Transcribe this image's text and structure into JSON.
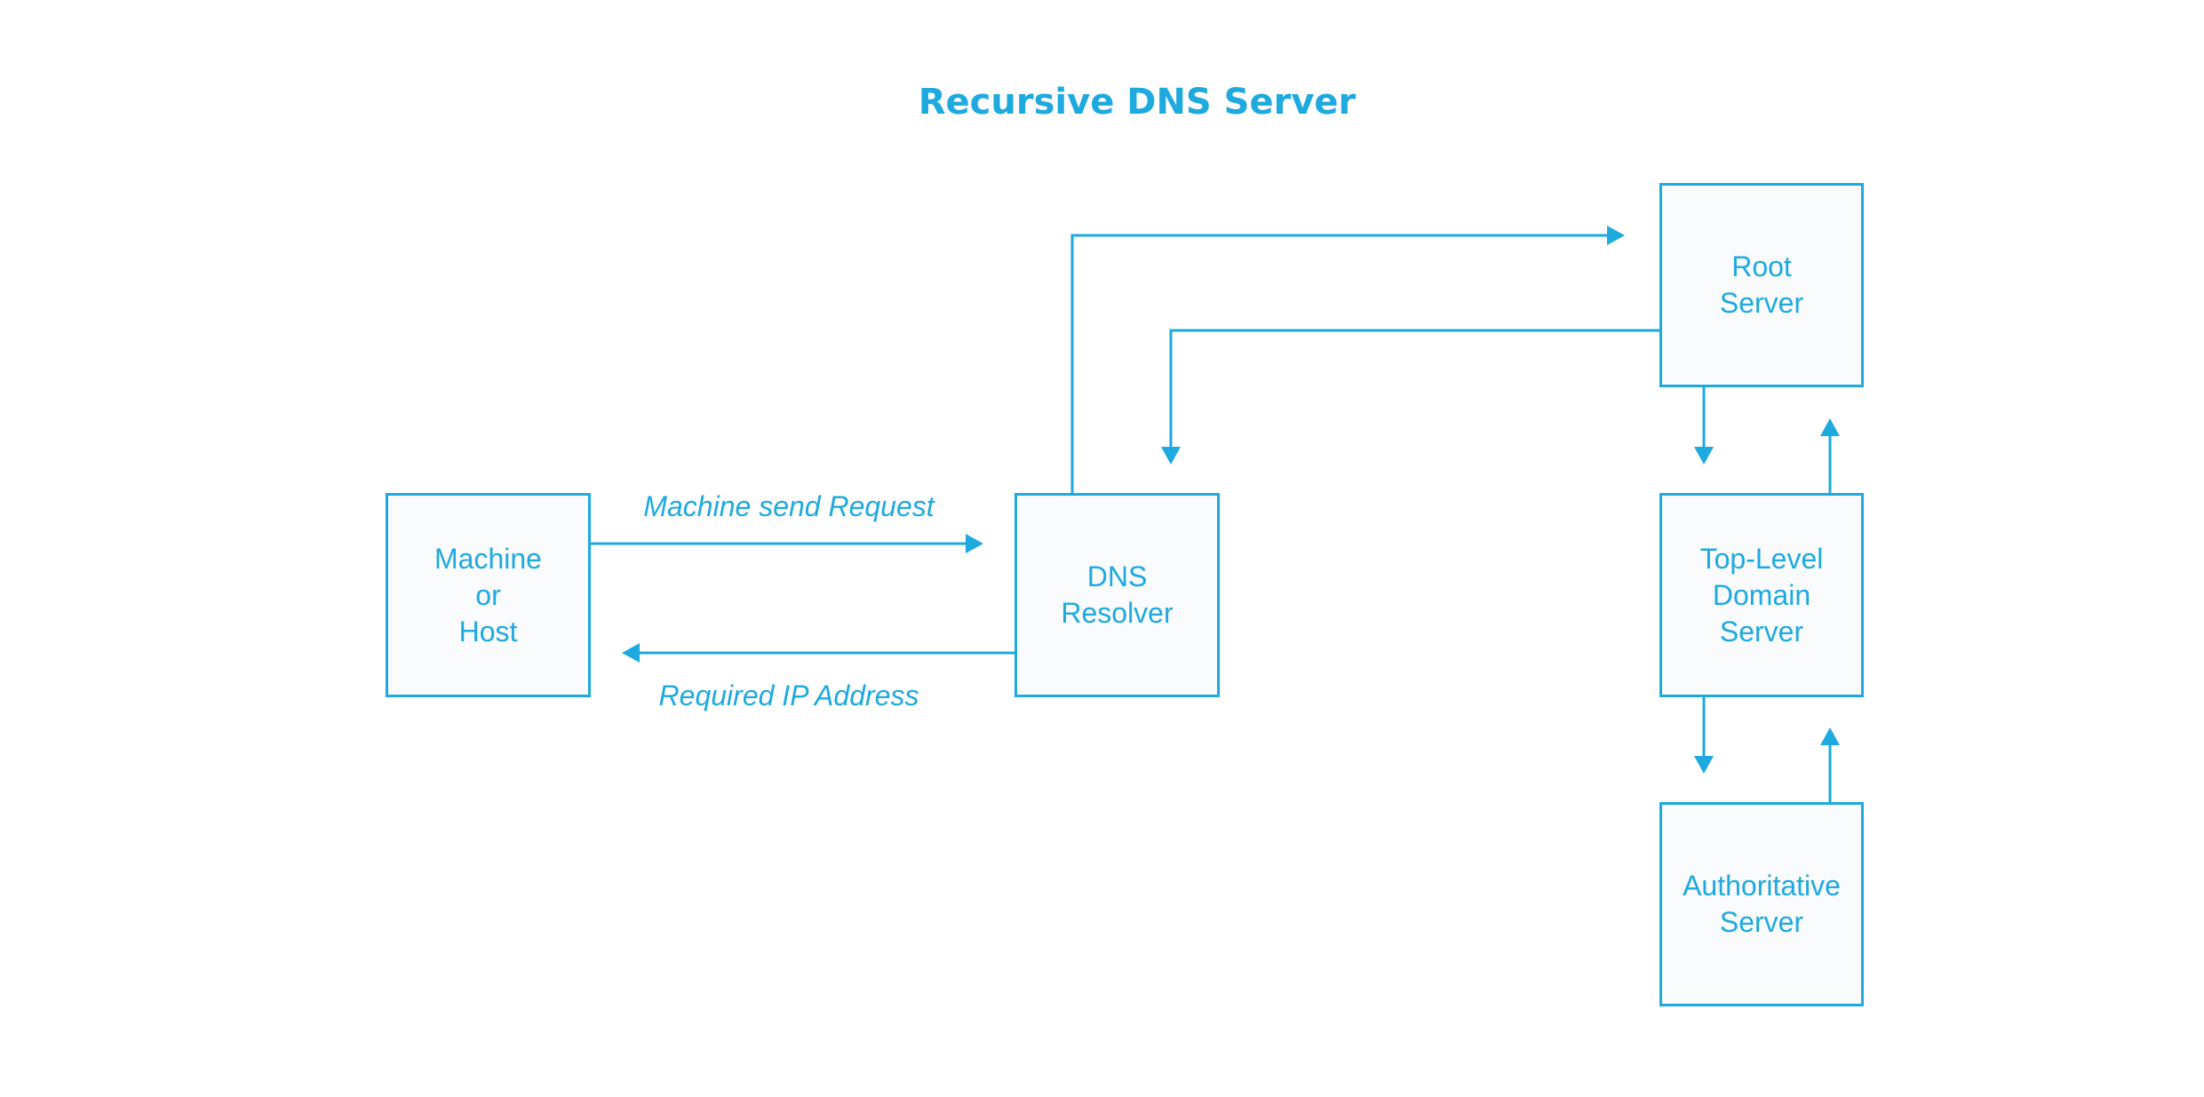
{
  "diagram": {
    "title": "Recursive DNS Server",
    "nodes": {
      "machine": {
        "lines": [
          "Machine",
          "or",
          "Host"
        ]
      },
      "resolver": {
        "lines": [
          "DNS",
          "Resolver"
        ]
      },
      "root": {
        "lines": [
          "Root",
          "Server"
        ]
      },
      "tld": {
        "lines": [
          "Top-Level",
          "Domain",
          "Server"
        ]
      },
      "authoritative": {
        "lines": [
          "Authoritative",
          "Server"
        ]
      }
    },
    "edges": {
      "request": "Machine send Request",
      "response": "Required IP Address"
    },
    "color": "#1ea9df"
  }
}
